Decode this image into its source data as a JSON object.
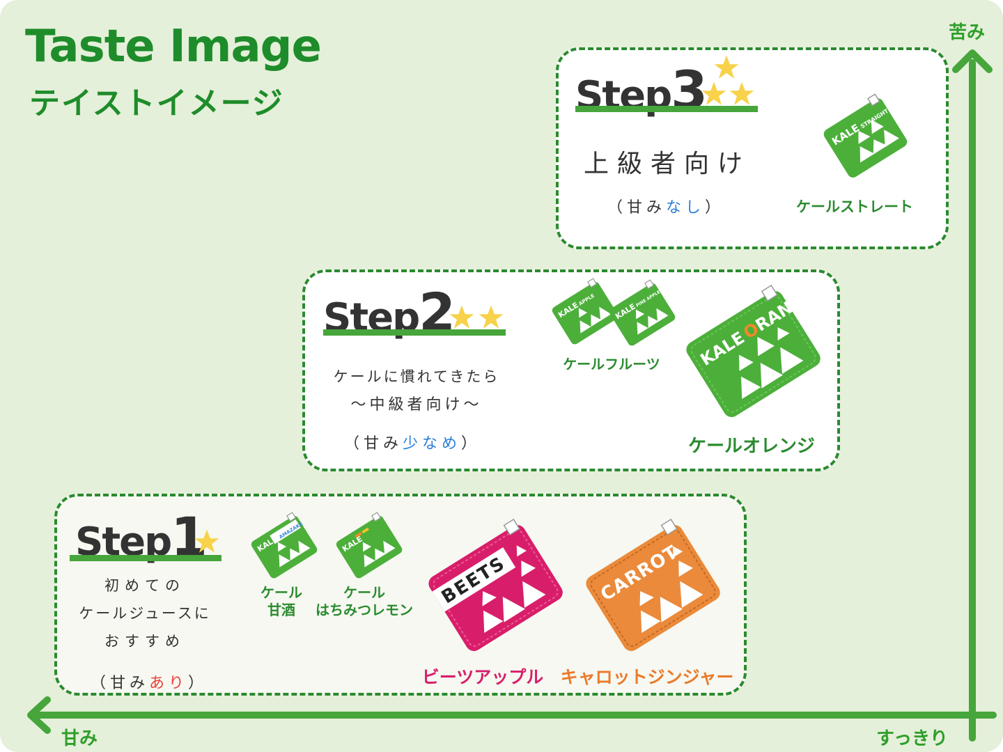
{
  "title": {
    "en": "Taste Image",
    "ja": "テイストイメージ"
  },
  "axis": {
    "top": "苦み",
    "left": "甘み",
    "right": "すっきり"
  },
  "steps": [
    {
      "word": "Step",
      "num": "1",
      "desc": [
        "初めての",
        "ケールジュースに",
        "おすすめ"
      ],
      "sweet_open": "（甘み",
      "sweet_hl": "あり",
      "sweet_close": "）",
      "products": {
        "amazake": "ケール\n甘酒",
        "lemon": "ケール\nはちみつレモン",
        "beets": "ビーツアップル",
        "carrot": "キャロットジンジャー"
      },
      "pouch_text": {
        "beets": "BEETS",
        "carrot": "CARROT",
        "amazake_kale": "KALE",
        "amazake_sub": "AMAZAKE",
        "lemon_kale": "KALE"
      }
    },
    {
      "word": "Step",
      "num": "2",
      "desc": [
        "ケールに慣れてきたら",
        "〜中級者向け〜"
      ],
      "sweet_open": "（甘み",
      "sweet_hl": "少なめ",
      "sweet_close": "）",
      "products": {
        "fruits": "ケールフルーツ",
        "orange": "ケールオレンジ"
      },
      "pouch_text": {
        "orange_kale": "KALE",
        "orange_o": "O",
        "orange_rest": "RANGE",
        "apple_kale": "KALE",
        "apple_sub": "APPLE",
        "pine_kale": "KALE",
        "pine_sub": "PINE APPLE"
      }
    },
    {
      "word": "Step",
      "num": "3",
      "desc": [
        "上級者向け"
      ],
      "sweet_open": "（甘み",
      "sweet_hl": "なし",
      "sweet_close": "）",
      "products": {
        "straight": "ケールストレート"
      },
      "pouch_text": {
        "straight_kale": "KALE",
        "straight_sub": "STRAIGHT"
      }
    }
  ],
  "colors": {
    "green": "#2a8a2e",
    "kale": "#4caf3a",
    "beets": "#d81e6a",
    "carrot": "#ea8a3a",
    "star": "#f7d24a"
  }
}
